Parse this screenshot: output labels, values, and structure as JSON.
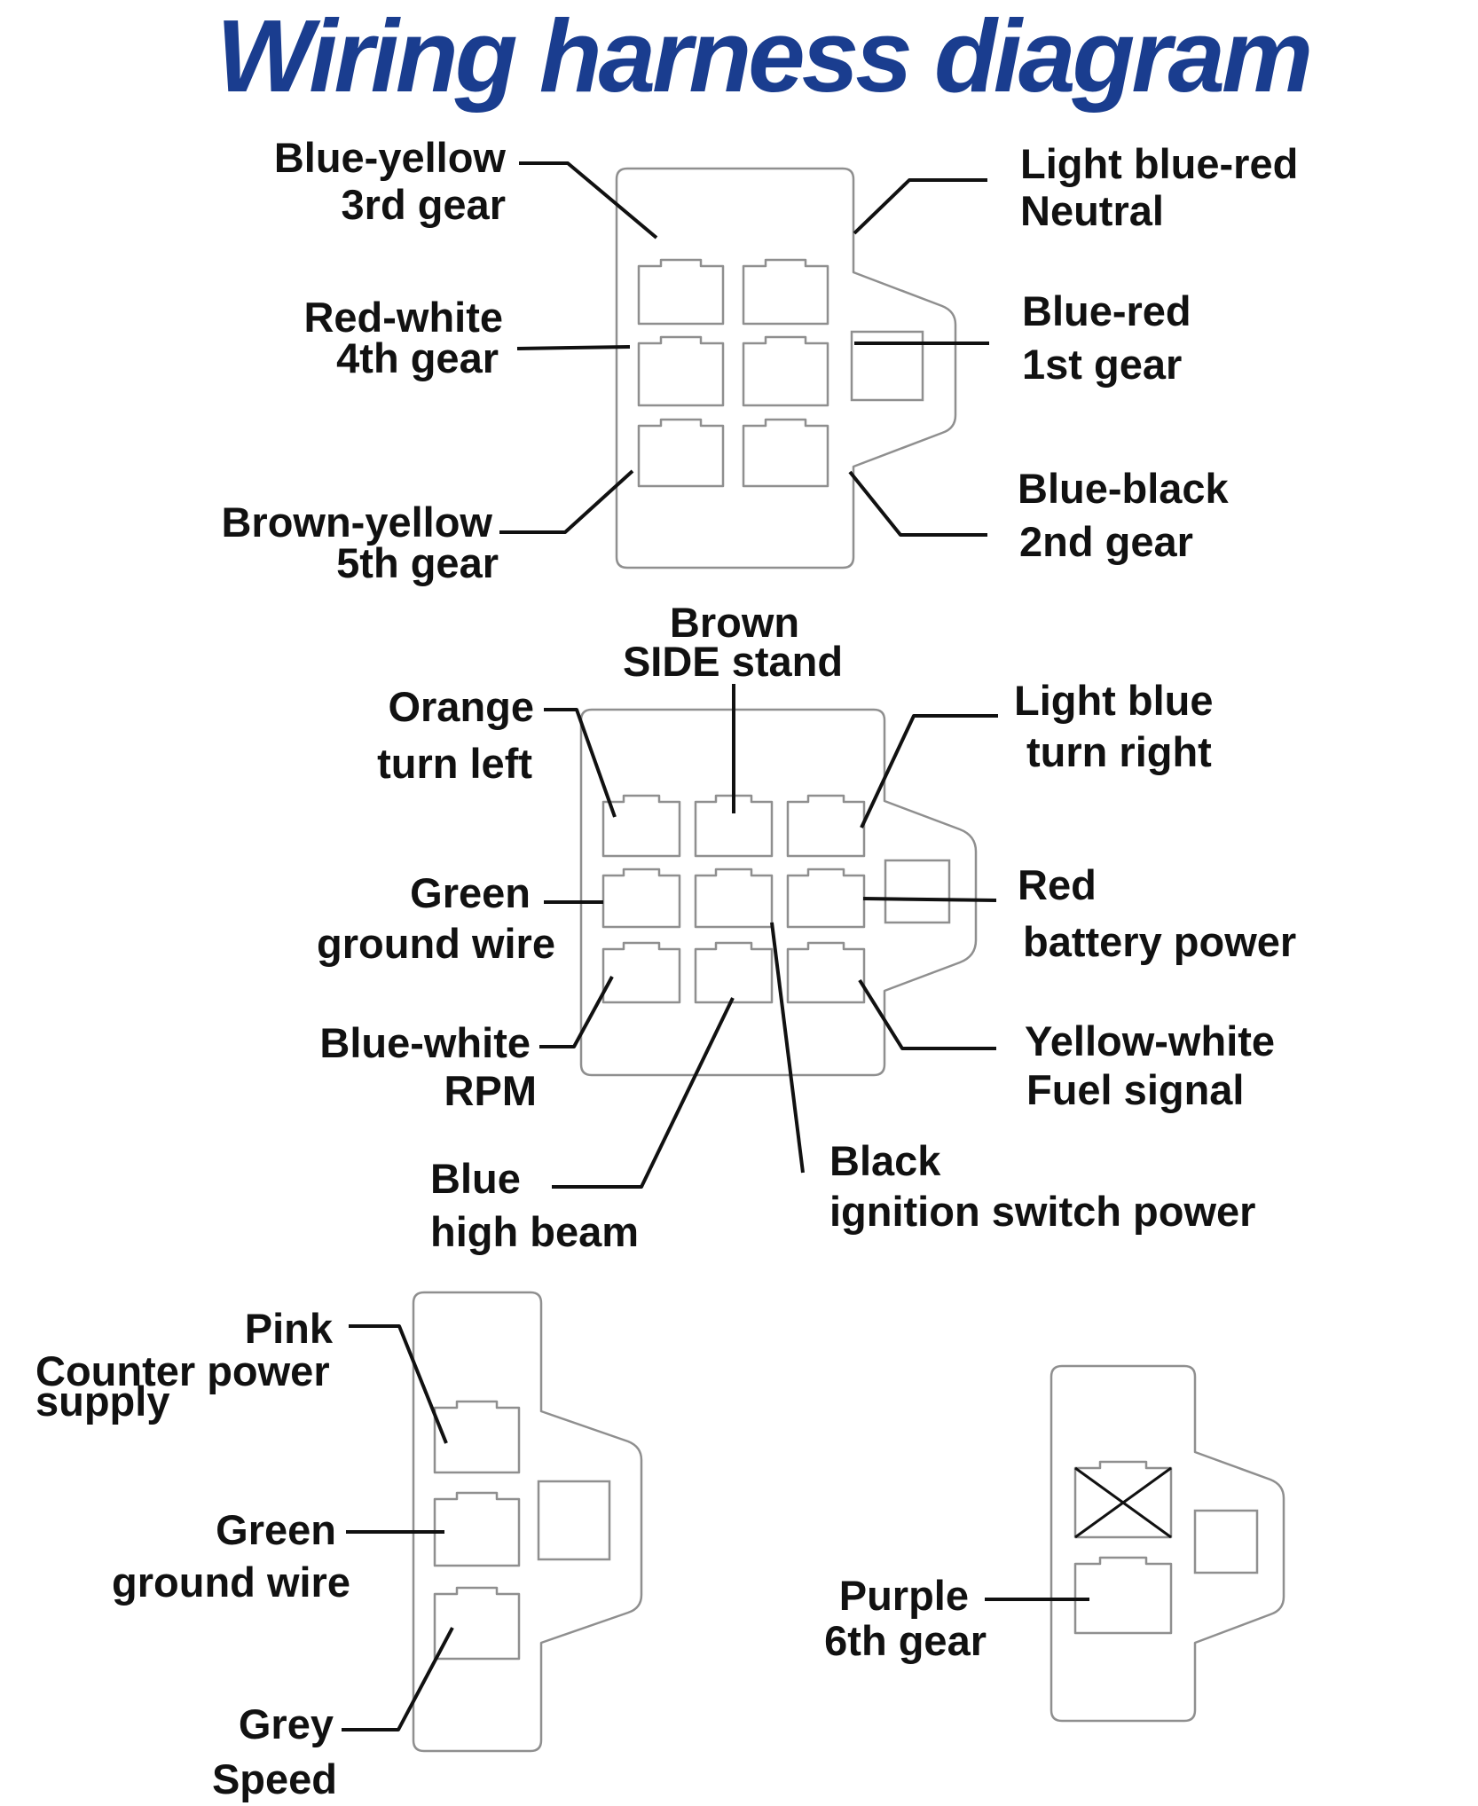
{
  "title": "Wiring harness diagram",
  "colors": {
    "title": "#1a3d8f",
    "text": "#111111",
    "connector_outline": "#8f8f8f"
  },
  "connectors": [
    {
      "id": "gear-connector",
      "wires": [
        {
          "color": "Blue-yellow",
          "function": "3rd gear"
        },
        {
          "color": "Light blue-red",
          "function": "Neutral"
        },
        {
          "color": "Red-white",
          "function": "4th gear"
        },
        {
          "color": "Blue-red",
          "function": "1st gear"
        },
        {
          "color": "Brown-yellow",
          "function": "5th gear"
        },
        {
          "color": "Blue-black",
          "function": "2nd gear"
        }
      ]
    },
    {
      "id": "dashboard-connector",
      "wires": [
        {
          "color": "Brown",
          "function": "SIDE stand"
        },
        {
          "color": "Orange",
          "function": "turn left"
        },
        {
          "color": "Light blue",
          "function": "turn right"
        },
        {
          "color": "Green",
          "function": "ground wire"
        },
        {
          "color": "Red",
          "function": "battery power"
        },
        {
          "color": "Blue-white",
          "function": "RPM"
        },
        {
          "color": "Yellow-white",
          "function": "Fuel signal"
        },
        {
          "color": "Blue",
          "function": "high beam"
        },
        {
          "color": "Black",
          "function": "ignition switch power"
        }
      ]
    },
    {
      "id": "counter-connector",
      "wires": [
        {
          "color": "Pink",
          "function": "Counter power",
          "function_line2": "supply"
        },
        {
          "color": "Green",
          "function": "ground wire"
        },
        {
          "color": "Grey",
          "function": "Speed"
        }
      ]
    },
    {
      "id": "sixth-gear-connector",
      "wires": [
        {
          "color": "Purple",
          "function": "6th gear"
        }
      ]
    }
  ]
}
